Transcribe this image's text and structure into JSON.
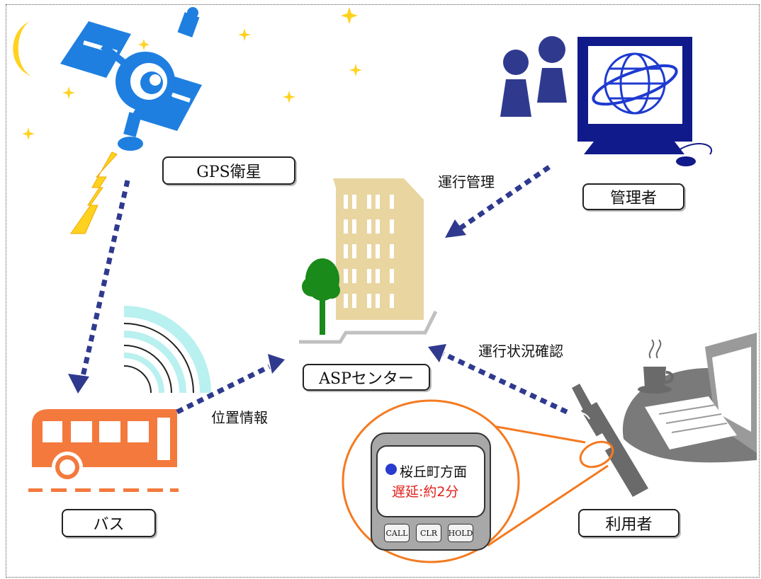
{
  "labels": {
    "gps": "GPS衛星",
    "admin": "管理者",
    "asp": "ASPセンター",
    "bus": "バス",
    "user": "利用者"
  },
  "flows": {
    "operation_management": "運行管理",
    "position_info": "位置情報",
    "status_check": "運行状況確認"
  },
  "phone": {
    "destination": "桜丘町方面",
    "delay": "遅延:約2分",
    "keys": [
      "CALL",
      "CLR",
      "HOLD"
    ]
  },
  "colors": {
    "arrow": "#2f3a8f",
    "satellite": "#1e7fe0",
    "star": "#ffd21f",
    "bus": "#f4793d",
    "building": "#e8d5a0",
    "tree": "#1a8a1a",
    "person": "#2f3a8f",
    "phone_ring": "#f47a20",
    "delay_text": "#e0201a"
  }
}
